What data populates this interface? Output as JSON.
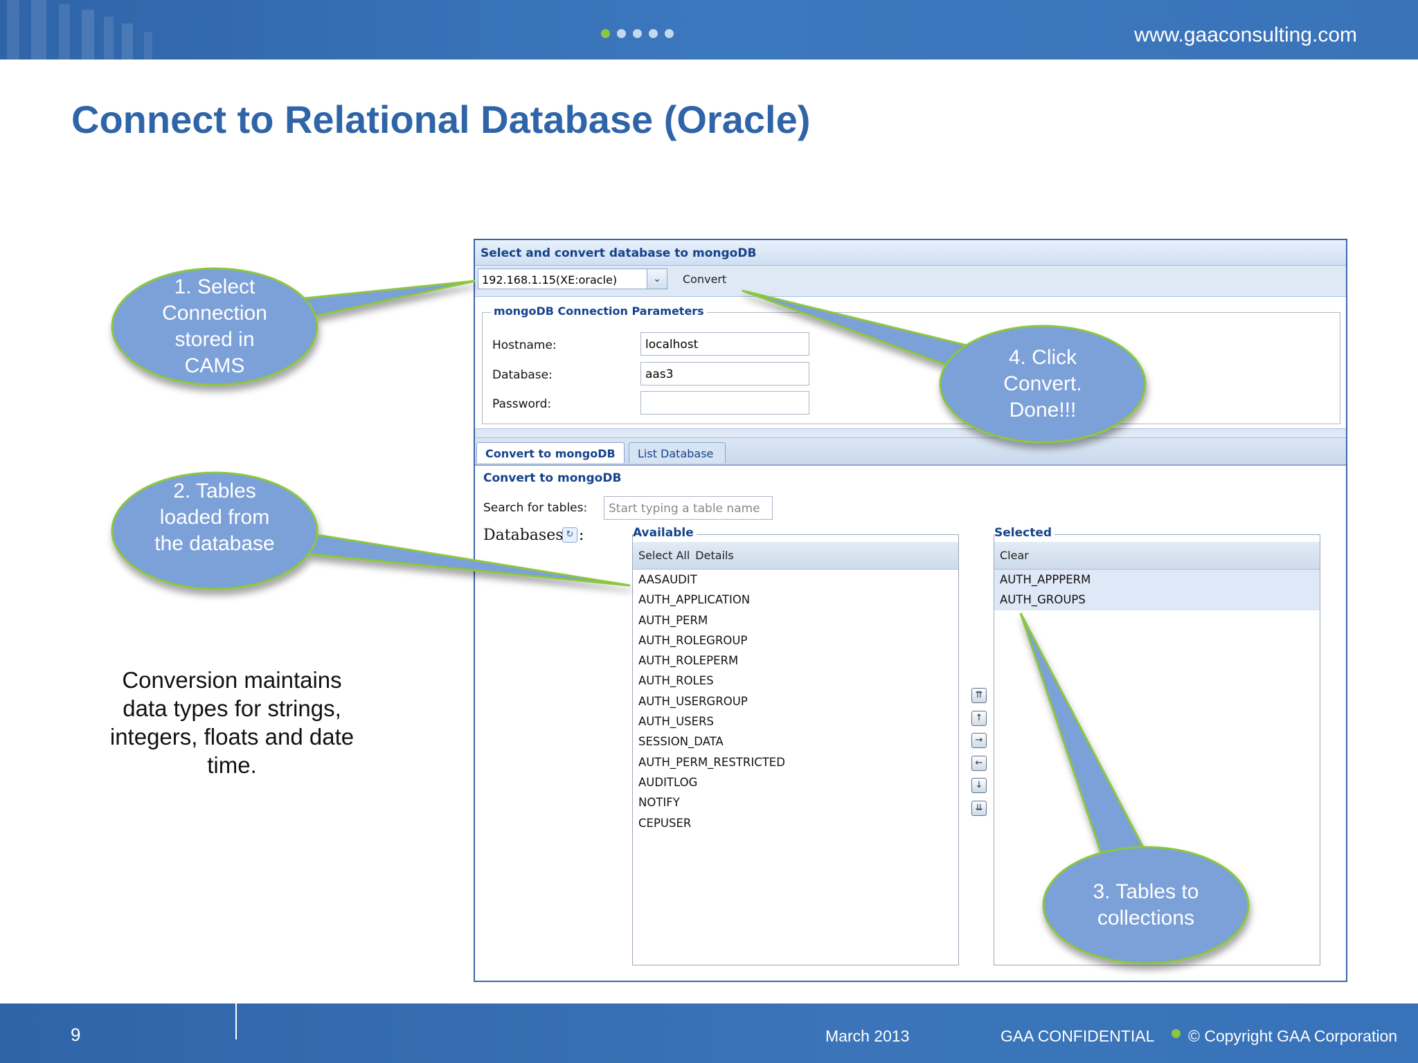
{
  "header": {
    "url": "www.gaaconsulting.com",
    "progress_dots": {
      "total": 5,
      "active": 1
    },
    "accent_color": "#8cc63f",
    "brand_color": "#2f64a8"
  },
  "slide": {
    "title": "Connect to Relational Database (Oracle)"
  },
  "app": {
    "header_title": "Select and convert database to mongoDB",
    "connection_select": {
      "value": "192.168.1.15(XE:oracle)",
      "trigger_icon": "chevron-down-icon"
    },
    "convert_label": "Convert",
    "params": {
      "legend": "mongoDB Connection Parameters",
      "hostname_label": "Hostname:",
      "hostname_value": "localhost",
      "database_label": "Database:",
      "database_value": "aas3",
      "password_label": "Password:",
      "password_value": ""
    },
    "tabs": [
      {
        "label": "Convert to mongoDB",
        "active": true
      },
      {
        "label": "List Database",
        "active": false
      }
    ],
    "section_title": "Convert to mongoDB",
    "search": {
      "label": "Search for tables:",
      "placeholder": "Start typing a table name"
    },
    "databases_label": "Databases",
    "available": {
      "legend": "Available",
      "select_all_label": "Select All",
      "details_label": "Details",
      "items": [
        "AASAUDIT",
        "AUTH_APPLICATION",
        "AUTH_PERM",
        "AUTH_ROLEGROUP",
        "AUTH_ROLEPERM",
        "AUTH_ROLES",
        "AUTH_USERGROUP",
        "AUTH_USERS",
        "SESSION_DATA",
        "AUTH_PERM_RESTRICTED",
        "AUDITLOG",
        "NOTIFY",
        "CEPUSER"
      ]
    },
    "selected": {
      "legend": "Selected",
      "clear_label": "Clear",
      "items": [
        "AUTH_APPPERM",
        "AUTH_GROUPS"
      ]
    },
    "move_buttons": [
      {
        "name": "move-top-button",
        "icon": "double-arrow-up-icon"
      },
      {
        "name": "move-up-button",
        "icon": "arrow-up-icon"
      },
      {
        "name": "add-button",
        "icon": "arrow-right-icon"
      },
      {
        "name": "remove-button",
        "icon": "arrow-left-icon"
      },
      {
        "name": "move-down-button",
        "icon": "arrow-down-icon"
      },
      {
        "name": "move-bottom-button",
        "icon": "double-arrow-down-icon"
      }
    ]
  },
  "callouts": {
    "select_connection": "1. Select Connection stored in CAMS",
    "tables_loaded": "2. Tables loaded from the database",
    "tables_to_collections": "3. Tables to collections",
    "click_convert": "4. Click Convert. Done!!!"
  },
  "note": "Conversion maintains data types for strings, integers, floats and date time.",
  "footer": {
    "page_number": "9",
    "date": "March 2013",
    "confidential": "GAA CONFIDENTIAL",
    "copyright": "© Copyright GAA Corporation"
  }
}
